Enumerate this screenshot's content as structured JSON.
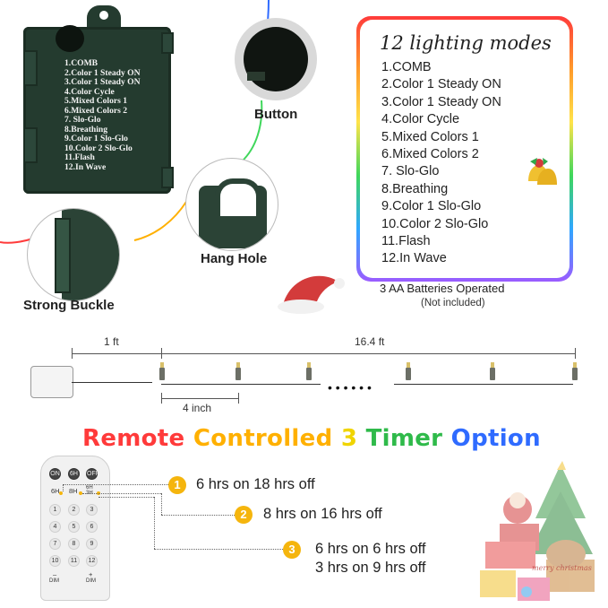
{
  "battery_box": {
    "modes": [
      "1.COMB",
      "2.Color 1 Steady ON",
      "3.Color 1 Steady ON",
      "4.Color Cycle",
      "5.Mixed Colors 1",
      "6.Mixed Colors 2",
      "7. Slo-Glo",
      "8.Breathing",
      "9.Color 1 Slo-Glo",
      "10.Color 2 Slo-Glo",
      "11.Flash",
      "12.In Wave"
    ]
  },
  "callouts": {
    "button": "Button",
    "hang_hole": "Hang Hole",
    "strong_buckle": "Strong Buckle"
  },
  "modes_panel": {
    "title": "12 lighting modes",
    "items": [
      "1.COMB",
      "2.Color 1 Steady ON",
      "3.Color 1 Steady ON",
      "4.Color Cycle",
      "5.Mixed Colors 1",
      "6.Mixed Colors 2",
      "7. Slo-Glo",
      "8.Breathing",
      "9.Color 1 Slo-Glo",
      "10.Color 2 Slo-Glo",
      "11.Flash",
      "12.In Wave"
    ],
    "batteries": "3 AA Batteries Operated",
    "batteries_note": "(Not included)"
  },
  "dimensions": {
    "lead": "1 ft",
    "length": "16.4 ft",
    "spacing": "4 inch",
    "ellipsis": "• • • • • •"
  },
  "timer": {
    "title_words": [
      {
        "text": "Remote",
        "color": "#ff3a3a"
      },
      {
        "text": "Controlled",
        "color": "#ffb000"
      },
      {
        "text": "3",
        "color": "#f0d400"
      },
      {
        "text": "Timer",
        "color": "#2fba4a"
      },
      {
        "text": "Option",
        "color": "#2f6bff"
      }
    ],
    "options": [
      {
        "num": "1",
        "lines": [
          "6 hrs on 18 hrs off"
        ]
      },
      {
        "num": "2",
        "lines": [
          "8 hrs on 16 hrs off"
        ]
      },
      {
        "num": "3",
        "lines": [
          "6 hrs on 6 hrs off",
          "3 hrs on 9 hrs off"
        ]
      }
    ]
  },
  "remote": {
    "top_buttons": [
      "ON",
      "6H",
      "OFF"
    ],
    "timer_labels": [
      "6H",
      "8H",
      "6H\n3H"
    ],
    "keys": [
      "1",
      "2",
      "3",
      "4",
      "5",
      "6",
      "7",
      "8",
      "9",
      "10",
      "11",
      "12"
    ],
    "dim_down": "–",
    "dim_up": "+",
    "dim_label": "DIM"
  },
  "decoration": {
    "card_text": "merry christmas"
  },
  "colors": {
    "box_green": "#243b2f",
    "option_badge": "#f5b50d"
  }
}
